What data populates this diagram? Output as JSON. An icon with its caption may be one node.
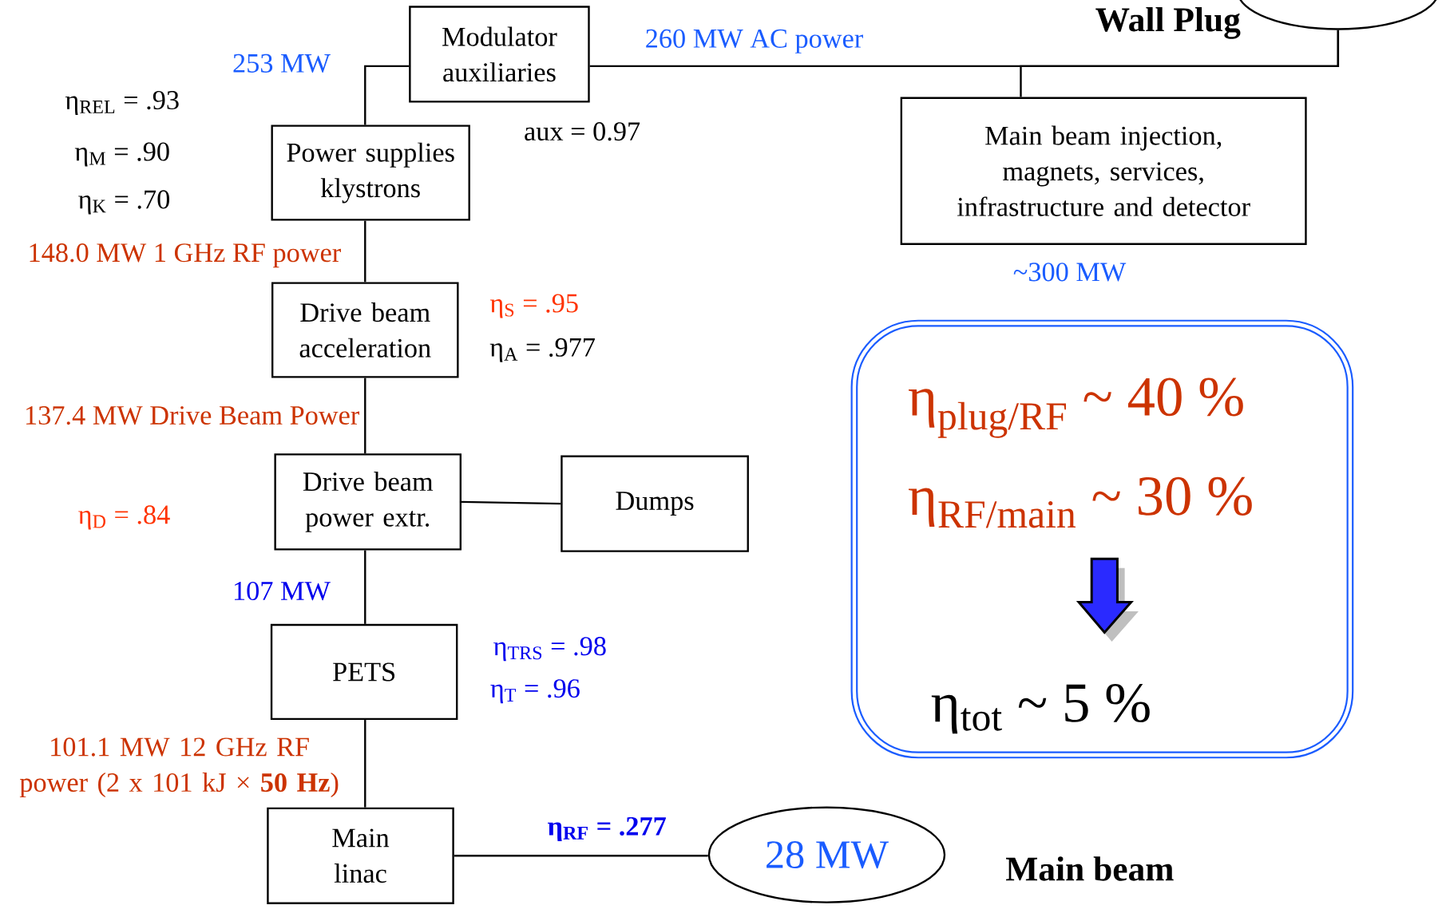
{
  "diagram": {
    "nodes": [
      {
        "text": [],
        "shape": "ellipse",
        "beside": [
          "Wall Plug"
        ]
      },
      {
        "text": [
          "Modulator auxiliaries"
        ]
      },
      {
        "text": [
          "Main beam injection, magnets, services, infrastructure and detector"
        ],
        "beside": [
          "~300 MW"
        ]
      },
      {
        "text": [
          "Power supplies klystrons"
        ]
      },
      {
        "text": [
          "Drive beam acceleration"
        ]
      },
      {
        "text": [
          "Drive beam power extr."
        ]
      },
      {
        "text": [
          "Dumps"
        ]
      },
      {
        "text": [
          "PETS"
        ]
      },
      {
        "text": [
          "Main linac"
        ]
      },
      {
        "text": [
          "28 MW"
        ],
        "beside": [
          "Main beam"
        ]
      },
      {
        "text": [
          "η$_{plug/RF}$ ~ 40 %",
          "η$_{RF/main}$ ~ 30 %",
          "η$_{tot}$ ~ 5 %"
        ]
      }
    ],
    "edges": [
      {
        "from": 0,
        "to": 1,
        "arrow": "none",
        "label": "260 MW AC power"
      },
      {
        "from": 0,
        "to": 2,
        "arrow": "none"
      },
      {
        "from": 1,
        "to": 3,
        "arrow": "none",
        "label": "253 MW"
      },
      {
        "from": 3,
        "to": 4,
        "arrow": "none",
        "label": "148.0 MW 1 GHz RF power"
      },
      {
        "from": 4,
        "to": 5,
        "arrow": "none",
        "label": "137.4 MW Drive Beam Power"
      },
      {
        "from": 5,
        "to": 6,
        "arrow": "none"
      },
      {
        "from": 5,
        "to": 7,
        "arrow": "none",
        "label": "107 MW"
      },
      {
        "from": 7,
        "to": 8,
        "arrow": "none",
        "label": "101.1 MW 12 GHz RF power (2 x 101 kJ × **50 Hz**)"
      },
      {
        "from": 8,
        "to": 9,
        "arrow": "none",
        "label": "η$_{RF}$ = .277"
      }
    ],
    "labels": [
      "η$_{REL}$ = .93",
      "η$_{M}$ = .90",
      "η$_{K}$ = .70",
      "aux = 0.97",
      "η$_{S}$ = .95",
      "η$_{A}$ = .977",
      "η$_{D}$ = .84",
      "η$_{TRS}$ = .98",
      "η$_{T}$ = .96"
    ]
  }
}
